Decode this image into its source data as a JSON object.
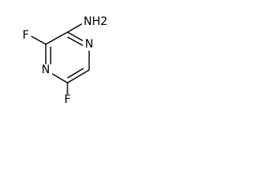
{
  "molecule": {
    "atoms": {
      "n1": "N",
      "n3": "N",
      "f4": "F",
      "f6": "F",
      "amino": "NH2"
    }
  }
}
